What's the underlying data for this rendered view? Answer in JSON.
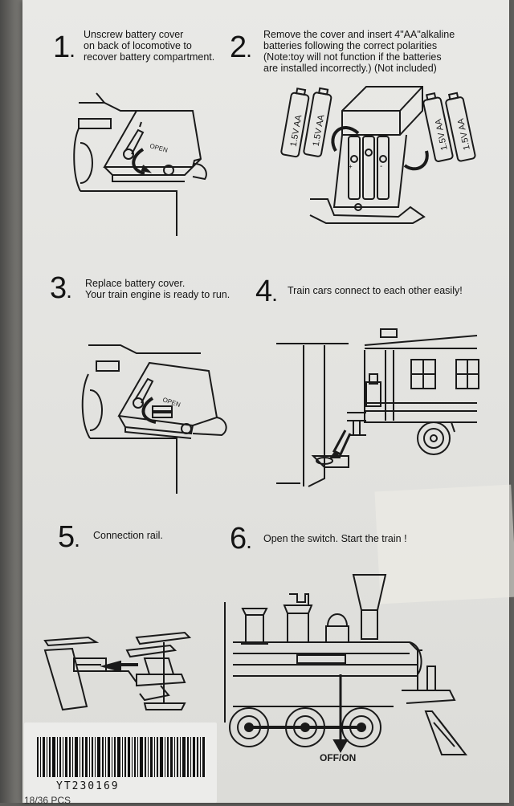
{
  "steps": [
    {
      "number": "1",
      "dot": ".",
      "lines": [
        "Unscrew battery cover",
        "on back of locomotive to",
        "recover battery compartment."
      ]
    },
    {
      "number": "2",
      "dot": ".",
      "lines": [
        "Remove the cover and insert 4\"AA\"alkaline",
        "batteries following the correct polarities",
        "(Note:toy will not function if the batteries",
        "are installed incorrectly.) (Not included)"
      ]
    },
    {
      "number": "3",
      "dot": ".",
      "lines": [
        "Replace battery cover.",
        "Your train engine is ready to run."
      ]
    },
    {
      "number": "4",
      "dot": ".",
      "lines": [
        "Train cars connect to each other easily!"
      ]
    },
    {
      "number": "5",
      "dot": ".",
      "lines": [
        "Connection rail."
      ]
    },
    {
      "number": "6",
      "dot": ".",
      "lines": [
        "Open the switch. Start the train !"
      ]
    }
  ],
  "labels": {
    "open": "OPEN",
    "battery": "1.5V AA",
    "switch": "OFF/ON",
    "plus": "+",
    "minus": "-"
  },
  "barcode": {
    "code": "YT230169",
    "pcs": "18/36 PCS"
  }
}
